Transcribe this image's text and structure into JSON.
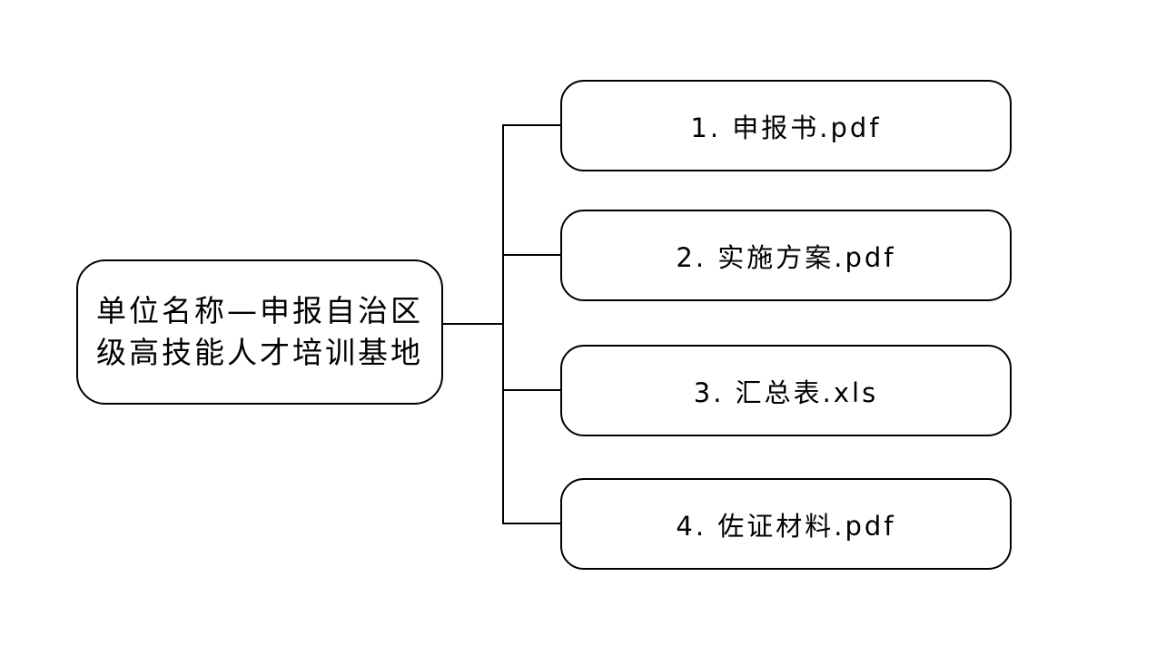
{
  "diagram": {
    "root": {
      "label": "单位名称—申报自治区级高技能人才培训基地",
      "line1": "单位名称—申报自治区",
      "line2": "级高技能人才培训基地"
    },
    "files": [
      {
        "label": "1. 申报书.pdf"
      },
      {
        "label": "2. 实施方案.pdf"
      },
      {
        "label": "3. 汇总表.xls"
      },
      {
        "label": "4. 佐证材料.pdf"
      }
    ],
    "colors": {
      "border": "#000000",
      "background": "#ffffff",
      "text": "#000000"
    }
  }
}
